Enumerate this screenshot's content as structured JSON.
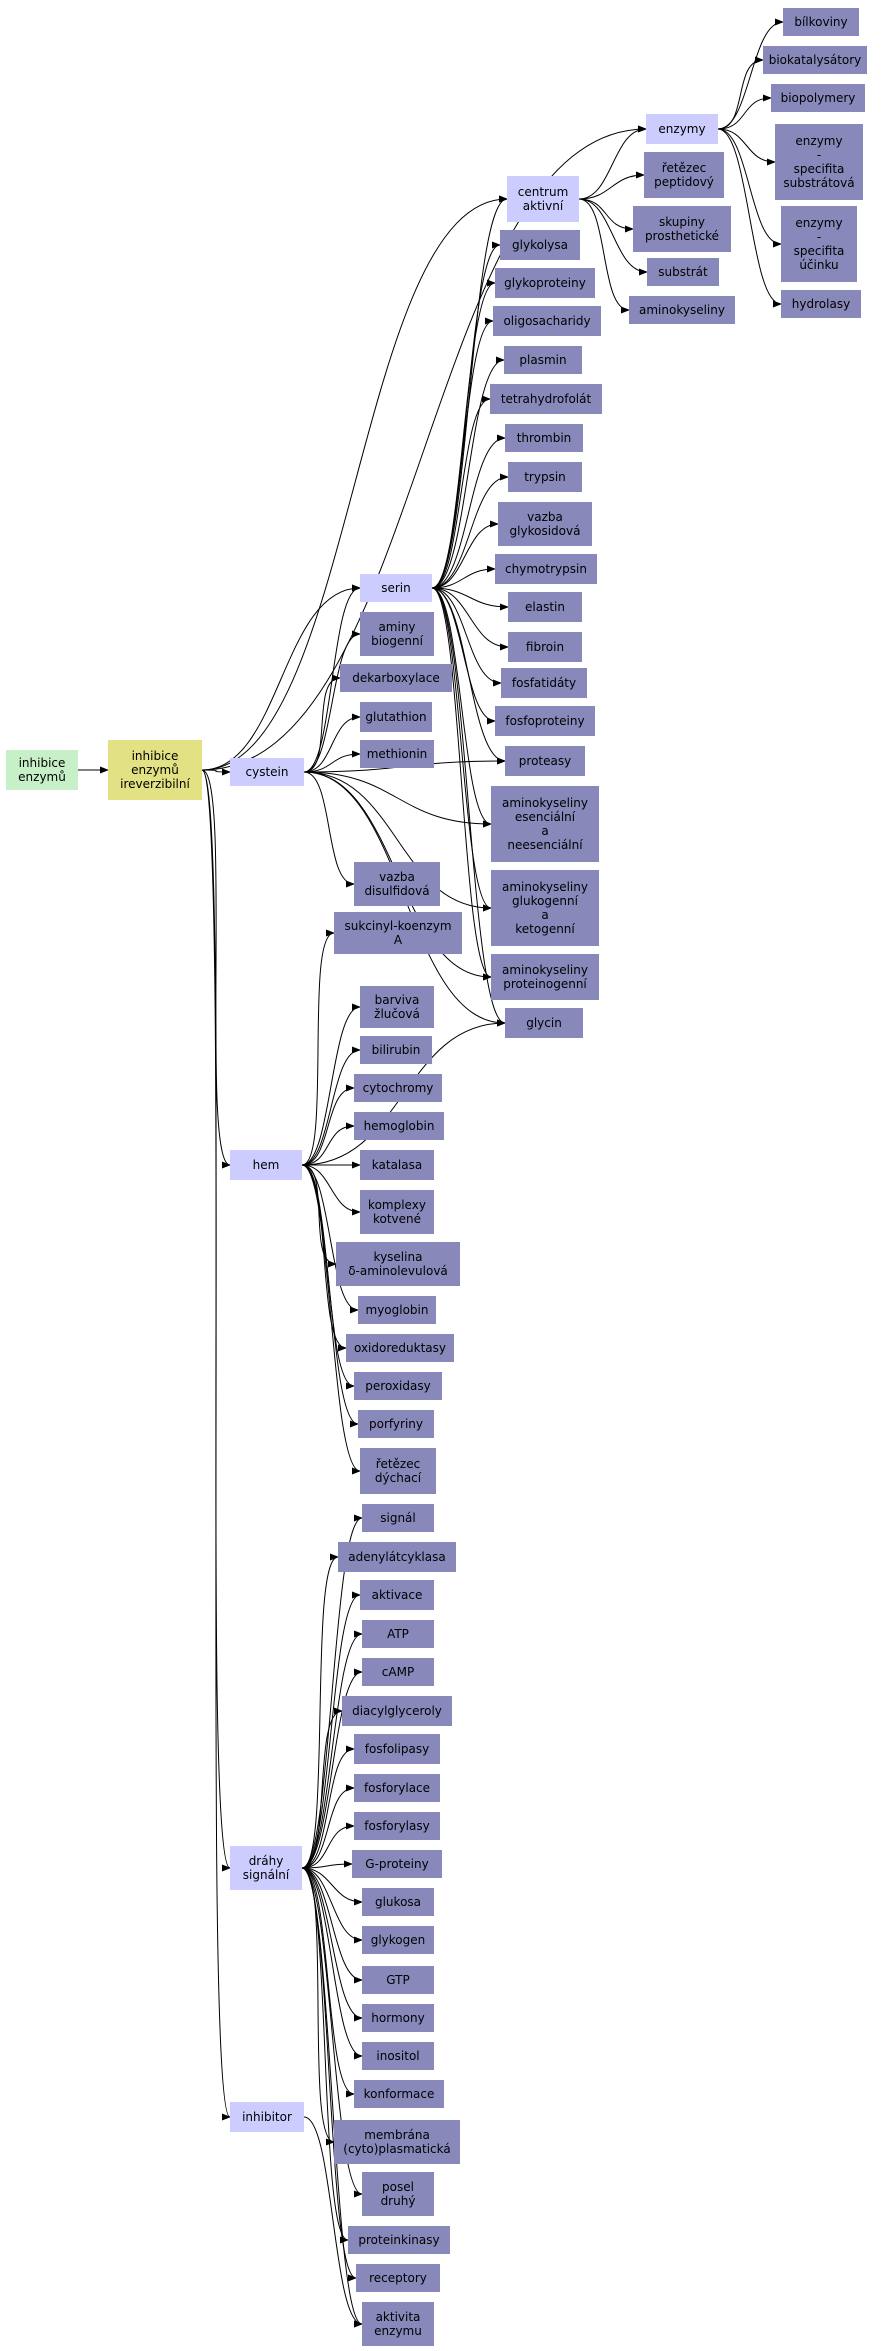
{
  "colors": {
    "root": "#c8f0c8",
    "center": "#e2e184",
    "group": "#ccccff",
    "leaf": "#8888bb",
    "edge": "#000000",
    "background": "#ffffff"
  },
  "diagram": {
    "nodes": [
      {
        "id": "inhibice_enzymu",
        "lines": [
          "inhibice",
          "enzymů"
        ],
        "kind": "root"
      },
      {
        "id": "inhibice_ireverzibilni",
        "lines": [
          "inhibice",
          "enzymů",
          "ireverzibilní"
        ],
        "kind": "center"
      },
      {
        "id": "cystein",
        "lines": [
          "cystein"
        ],
        "kind": "group"
      },
      {
        "id": "serin",
        "lines": [
          "serin"
        ],
        "kind": "group"
      },
      {
        "id": "centrum",
        "lines": [
          "centrum",
          "aktivní"
        ],
        "kind": "group"
      },
      {
        "id": "enzymy",
        "lines": [
          "enzymy"
        ],
        "kind": "group"
      },
      {
        "id": "hem",
        "lines": [
          "hem"
        ],
        "kind": "group"
      },
      {
        "id": "drahy",
        "lines": [
          "dráhy",
          "signální"
        ],
        "kind": "group"
      },
      {
        "id": "inhibitor",
        "lines": [
          "inhibitor"
        ],
        "kind": "group"
      },
      {
        "id": "bilkoviny",
        "lines": [
          "bílkoviny"
        ],
        "kind": "leaf"
      },
      {
        "id": "biokatalysatory",
        "lines": [
          "biokatalysátory"
        ],
        "kind": "leaf"
      },
      {
        "id": "biopolymery",
        "lines": [
          "biopolymery"
        ],
        "kind": "leaf"
      },
      {
        "id": "enz_spec_sub",
        "lines": [
          "enzymy",
          "-",
          "specifita",
          "substrátová"
        ],
        "kind": "leaf"
      },
      {
        "id": "enz_spec_ucin",
        "lines": [
          "enzymy",
          "-",
          "specifita",
          "účinku"
        ],
        "kind": "leaf"
      },
      {
        "id": "hydrolasy",
        "lines": [
          "hydrolasy"
        ],
        "kind": "leaf"
      },
      {
        "id": "retezec_pept",
        "lines": [
          "řetězec",
          "peptidový"
        ],
        "kind": "leaf"
      },
      {
        "id": "skupiny",
        "lines": [
          "skupiny",
          "prosthetické"
        ],
        "kind": "leaf"
      },
      {
        "id": "substrat",
        "lines": [
          "substrát"
        ],
        "kind": "leaf"
      },
      {
        "id": "aminokyseliny",
        "lines": [
          "aminokyseliny"
        ],
        "kind": "leaf"
      },
      {
        "id": "glykolysa",
        "lines": [
          "glykolysa"
        ],
        "kind": "leaf"
      },
      {
        "id": "glykoproteiny",
        "lines": [
          "glykoproteiny"
        ],
        "kind": "leaf"
      },
      {
        "id": "oligosacharidy",
        "lines": [
          "oligosacharidy"
        ],
        "kind": "leaf"
      },
      {
        "id": "plasmin",
        "lines": [
          "plasmin"
        ],
        "kind": "leaf"
      },
      {
        "id": "tetrahydrofolat",
        "lines": [
          "tetrahydrofolát"
        ],
        "kind": "leaf"
      },
      {
        "id": "thrombin",
        "lines": [
          "thrombin"
        ],
        "kind": "leaf"
      },
      {
        "id": "trypsin",
        "lines": [
          "trypsin"
        ],
        "kind": "leaf"
      },
      {
        "id": "vazba_glyk",
        "lines": [
          "vazba",
          "glykosidová"
        ],
        "kind": "leaf"
      },
      {
        "id": "chymotrypsin",
        "lines": [
          "chymotrypsin"
        ],
        "kind": "leaf"
      },
      {
        "id": "elastin",
        "lines": [
          "elastin"
        ],
        "kind": "leaf"
      },
      {
        "id": "fibroin",
        "lines": [
          "fibroin"
        ],
        "kind": "leaf"
      },
      {
        "id": "fosfatidaty",
        "lines": [
          "fosfatidáty"
        ],
        "kind": "leaf"
      },
      {
        "id": "fosfoproteiny",
        "lines": [
          "fosfoproteiny"
        ],
        "kind": "leaf"
      },
      {
        "id": "proteasy",
        "lines": [
          "proteasy"
        ],
        "kind": "leaf"
      },
      {
        "id": "ak_esenc",
        "lines": [
          "aminokyseliny",
          "esenciální",
          "a",
          "neesenciální"
        ],
        "kind": "leaf"
      },
      {
        "id": "ak_glukog",
        "lines": [
          "aminokyseliny",
          "glukogenní",
          "a",
          "ketogenní"
        ],
        "kind": "leaf"
      },
      {
        "id": "ak_protein",
        "lines": [
          "aminokyseliny",
          "proteinogenní"
        ],
        "kind": "leaf"
      },
      {
        "id": "glycin",
        "lines": [
          "glycin"
        ],
        "kind": "leaf"
      },
      {
        "id": "aminy",
        "lines": [
          "aminy",
          "biogenní"
        ],
        "kind": "leaf"
      },
      {
        "id": "dekarboxylace",
        "lines": [
          "dekarboxylace"
        ],
        "kind": "leaf"
      },
      {
        "id": "glutathion",
        "lines": [
          "glutathion"
        ],
        "kind": "leaf"
      },
      {
        "id": "methionin",
        "lines": [
          "methionin"
        ],
        "kind": "leaf"
      },
      {
        "id": "vazba_disulf",
        "lines": [
          "vazba",
          "disulfidová"
        ],
        "kind": "leaf"
      },
      {
        "id": "sukcinyl",
        "lines": [
          "sukcinyl-koenzym",
          "A"
        ],
        "kind": "leaf"
      },
      {
        "id": "barviva",
        "lines": [
          "barviva",
          "žlučová"
        ],
        "kind": "leaf"
      },
      {
        "id": "bilirubin",
        "lines": [
          "bilirubin"
        ],
        "kind": "leaf"
      },
      {
        "id": "cytochromy",
        "lines": [
          "cytochromy"
        ],
        "kind": "leaf"
      },
      {
        "id": "hemoglobin",
        "lines": [
          "hemoglobin"
        ],
        "kind": "leaf"
      },
      {
        "id": "katalasa",
        "lines": [
          "katalasa"
        ],
        "kind": "leaf"
      },
      {
        "id": "komplexy",
        "lines": [
          "komplexy",
          "kotvené"
        ],
        "kind": "leaf"
      },
      {
        "id": "kyselina",
        "lines": [
          "kyselina",
          "δ-aminolevulová"
        ],
        "kind": "leaf"
      },
      {
        "id": "myoglobin",
        "lines": [
          "myoglobin"
        ],
        "kind": "leaf"
      },
      {
        "id": "oxidoreduktasy",
        "lines": [
          "oxidoreduktasy"
        ],
        "kind": "leaf"
      },
      {
        "id": "peroxidasy",
        "lines": [
          "peroxidasy"
        ],
        "kind": "leaf"
      },
      {
        "id": "porfyriny",
        "lines": [
          "porfyriny"
        ],
        "kind": "leaf"
      },
      {
        "id": "retezec_dych",
        "lines": [
          "řetězec",
          "dýchací"
        ],
        "kind": "leaf"
      },
      {
        "id": "signal",
        "lines": [
          "signál"
        ],
        "kind": "leaf"
      },
      {
        "id": "adenylatcyklasa",
        "lines": [
          "adenylátcyklasa"
        ],
        "kind": "leaf"
      },
      {
        "id": "aktivace",
        "lines": [
          "aktivace"
        ],
        "kind": "leaf"
      },
      {
        "id": "atp",
        "lines": [
          "ATP"
        ],
        "kind": "leaf"
      },
      {
        "id": "camp",
        "lines": [
          "cAMP"
        ],
        "kind": "leaf"
      },
      {
        "id": "diacylglyceroly",
        "lines": [
          "diacylglyceroly"
        ],
        "kind": "leaf"
      },
      {
        "id": "fosfolipasy",
        "lines": [
          "fosfolipasy"
        ],
        "kind": "leaf"
      },
      {
        "id": "fosforylace",
        "lines": [
          "fosforylace"
        ],
        "kind": "leaf"
      },
      {
        "id": "fosforylasy",
        "lines": [
          "fosforylasy"
        ],
        "kind": "leaf"
      },
      {
        "id": "g_proteiny",
        "lines": [
          "G-proteiny"
        ],
        "kind": "leaf"
      },
      {
        "id": "glukosa",
        "lines": [
          "glukosa"
        ],
        "kind": "leaf"
      },
      {
        "id": "glykogen",
        "lines": [
          "glykogen"
        ],
        "kind": "leaf"
      },
      {
        "id": "gtp",
        "lines": [
          "GTP"
        ],
        "kind": "leaf"
      },
      {
        "id": "hormony",
        "lines": [
          "hormony"
        ],
        "kind": "leaf"
      },
      {
        "id": "inositol",
        "lines": [
          "inositol"
        ],
        "kind": "leaf"
      },
      {
        "id": "konformace",
        "lines": [
          "konformace"
        ],
        "kind": "leaf"
      },
      {
        "id": "membrana",
        "lines": [
          "membrána",
          "(cyto)plasmatická"
        ],
        "kind": "leaf"
      },
      {
        "id": "posel",
        "lines": [
          "posel",
          "druhý"
        ],
        "kind": "leaf"
      },
      {
        "id": "proteinkinasy",
        "lines": [
          "proteinkinasy"
        ],
        "kind": "leaf"
      },
      {
        "id": "receptory",
        "lines": [
          "receptory"
        ],
        "kind": "leaf"
      },
      {
        "id": "aktivita",
        "lines": [
          "aktivita",
          "enzymu"
        ],
        "kind": "leaf"
      }
    ],
    "edges": [
      [
        "inhibice_enzymu",
        "inhibice_ireverzibilni"
      ],
      [
        "inhibice_ireverzibilni",
        "cystein"
      ],
      [
        "inhibice_ireverzibilni",
        "serin"
      ],
      [
        "inhibice_ireverzibilni",
        "centrum"
      ],
      [
        "inhibice_ireverzibilni",
        "enzymy"
      ],
      [
        "inhibice_ireverzibilni",
        "hem"
      ],
      [
        "inhibice_ireverzibilni",
        "drahy"
      ],
      [
        "inhibice_ireverzibilni",
        "inhibitor"
      ],
      [
        "enzymy",
        "bilkoviny"
      ],
      [
        "enzymy",
        "biokatalysatory"
      ],
      [
        "enzymy",
        "biopolymery"
      ],
      [
        "enzymy",
        "enz_spec_sub"
      ],
      [
        "enzymy",
        "enz_spec_ucin"
      ],
      [
        "enzymy",
        "hydrolasy"
      ],
      [
        "centrum",
        "enzymy"
      ],
      [
        "centrum",
        "retezec_pept"
      ],
      [
        "centrum",
        "skupiny"
      ],
      [
        "centrum",
        "substrat"
      ],
      [
        "centrum",
        "aminokyseliny"
      ],
      [
        "serin",
        "centrum"
      ],
      [
        "serin",
        "glykolysa"
      ],
      [
        "serin",
        "glykoproteiny"
      ],
      [
        "serin",
        "oligosacharidy"
      ],
      [
        "serin",
        "plasmin"
      ],
      [
        "serin",
        "tetrahydrofolat"
      ],
      [
        "serin",
        "thrombin"
      ],
      [
        "serin",
        "trypsin"
      ],
      [
        "serin",
        "vazba_glyk"
      ],
      [
        "serin",
        "chymotrypsin"
      ],
      [
        "serin",
        "elastin"
      ],
      [
        "serin",
        "fibroin"
      ],
      [
        "serin",
        "fosfatidaty"
      ],
      [
        "serin",
        "fosfoproteiny"
      ],
      [
        "serin",
        "proteasy"
      ],
      [
        "serin",
        "ak_esenc"
      ],
      [
        "serin",
        "ak_glukog"
      ],
      [
        "serin",
        "ak_protein"
      ],
      [
        "serin",
        "glycin"
      ],
      [
        "cystein",
        "serin"
      ],
      [
        "cystein",
        "aminy"
      ],
      [
        "cystein",
        "dekarboxylace"
      ],
      [
        "cystein",
        "glutathion"
      ],
      [
        "cystein",
        "methionin"
      ],
      [
        "cystein",
        "proteasy"
      ],
      [
        "cystein",
        "ak_esenc"
      ],
      [
        "cystein",
        "ak_glukog"
      ],
      [
        "cystein",
        "ak_protein"
      ],
      [
        "cystein",
        "vazba_disulf"
      ],
      [
        "cystein",
        "glycin"
      ],
      [
        "hem",
        "sukcinyl"
      ],
      [
        "hem",
        "glycin"
      ],
      [
        "hem",
        "barviva"
      ],
      [
        "hem",
        "bilirubin"
      ],
      [
        "hem",
        "cytochromy"
      ],
      [
        "hem",
        "hemoglobin"
      ],
      [
        "hem",
        "katalasa"
      ],
      [
        "hem",
        "komplexy"
      ],
      [
        "hem",
        "kyselina"
      ],
      [
        "hem",
        "myoglobin"
      ],
      [
        "hem",
        "oxidoreduktasy"
      ],
      [
        "hem",
        "peroxidasy"
      ],
      [
        "hem",
        "porfyriny"
      ],
      [
        "hem",
        "retezec_dych"
      ],
      [
        "drahy",
        "signal"
      ],
      [
        "drahy",
        "adenylatcyklasa"
      ],
      [
        "drahy",
        "aktivace"
      ],
      [
        "drahy",
        "atp"
      ],
      [
        "drahy",
        "camp"
      ],
      [
        "drahy",
        "diacylglyceroly"
      ],
      [
        "drahy",
        "fosfolipasy"
      ],
      [
        "drahy",
        "fosforylace"
      ],
      [
        "drahy",
        "fosforylasy"
      ],
      [
        "drahy",
        "g_proteiny"
      ],
      [
        "drahy",
        "glukosa"
      ],
      [
        "drahy",
        "glykogen"
      ],
      [
        "drahy",
        "gtp"
      ],
      [
        "drahy",
        "hormony"
      ],
      [
        "drahy",
        "inositol"
      ],
      [
        "drahy",
        "konformace"
      ],
      [
        "drahy",
        "membrana"
      ],
      [
        "drahy",
        "posel"
      ],
      [
        "drahy",
        "proteinkinasy"
      ],
      [
        "drahy",
        "receptory"
      ],
      [
        "drahy",
        "aktivita"
      ],
      [
        "inhibitor",
        "aktivita"
      ]
    ]
  }
}
